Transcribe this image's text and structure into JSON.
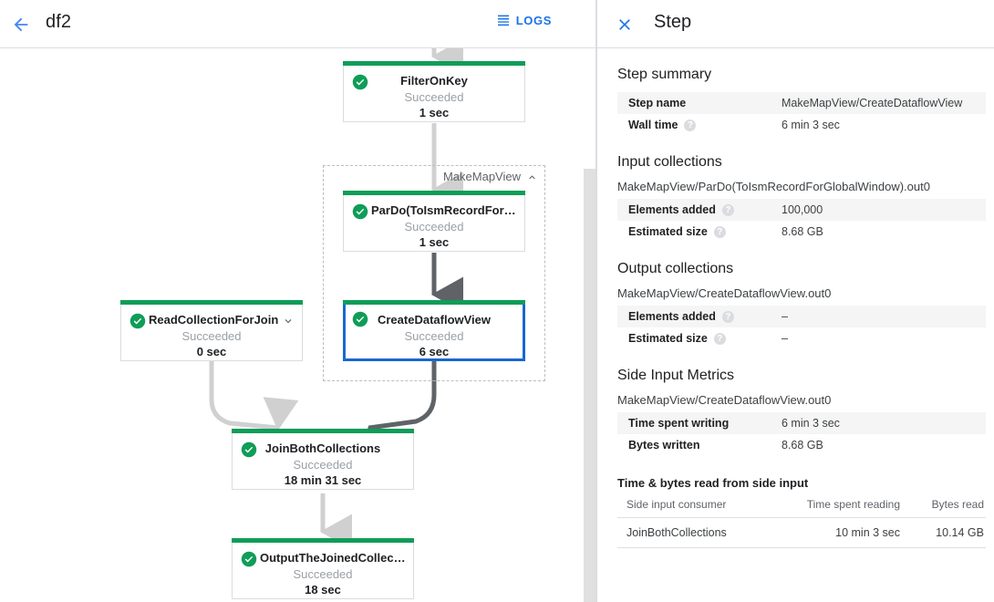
{
  "toolbar": {
    "back_icon": "arrow-left-icon",
    "job_title": "df2",
    "logs_label": "LOGS",
    "logs_icon": "list-icon",
    "accent_color": "#1a73e8"
  },
  "graph": {
    "group": {
      "label": "MakeMapView",
      "caret": "chevron-up-icon"
    },
    "nodes": [
      {
        "id": "filter-on-key",
        "title": "FilterOnKey",
        "status": "Succeeded",
        "time": "1 sec",
        "selected": false,
        "has_caret": false
      },
      {
        "id": "pardo-toismrecordfor",
        "title": "ParDo(ToIsmRecordFor…",
        "status": "Succeeded",
        "time": "1 sec",
        "selected": false,
        "has_caret": false
      },
      {
        "id": "create-dataflow-view",
        "title": "CreateDataflowView",
        "status": "Succeeded",
        "time": "6 sec",
        "selected": true,
        "has_caret": false
      },
      {
        "id": "read-collection-for-join",
        "title": "ReadCollectionForJoin",
        "status": "Succeeded",
        "time": "0 sec",
        "selected": false,
        "has_caret": true
      },
      {
        "id": "join-both-collections",
        "title": "JoinBothCollections",
        "status": "Succeeded",
        "time": "18 min 31 sec",
        "selected": false,
        "has_caret": false
      },
      {
        "id": "output-the-joined-collec",
        "title": "OutputTheJoinedCollec…",
        "status": "Succeeded",
        "time": "18 sec",
        "selected": false,
        "has_caret": false
      }
    ],
    "status_color": "#0f9d58",
    "selected_color": "#1967d2"
  },
  "panel": {
    "close_icon": "close-icon",
    "title": "Step",
    "step_summary": {
      "heading": "Step summary",
      "rows": [
        {
          "key": "Step name",
          "value": "MakeMapView/CreateDataflowView",
          "help": false,
          "shaded": true
        },
        {
          "key": "Wall time",
          "value": "6 min 3 sec",
          "help": true,
          "shaded": false
        }
      ]
    },
    "input_collections": {
      "heading": "Input collections",
      "subtitle": "MakeMapView/ParDo(ToIsmRecordForGlobalWindow).out0",
      "rows": [
        {
          "key": "Elements added",
          "value": "100,000",
          "help": true,
          "shaded": true
        },
        {
          "key": "Estimated size",
          "value": "8.68 GB",
          "help": true,
          "shaded": false
        }
      ]
    },
    "output_collections": {
      "heading": "Output collections",
      "subtitle": "MakeMapView/CreateDataflowView.out0",
      "rows": [
        {
          "key": "Elements added",
          "value": "–",
          "help": true,
          "shaded": true
        },
        {
          "key": "Estimated size",
          "value": "–",
          "help": true,
          "shaded": false
        }
      ]
    },
    "side_input_metrics": {
      "heading": "Side Input Metrics",
      "subtitle": "MakeMapView/CreateDataflowView.out0",
      "rows": [
        {
          "key": "Time spent writing",
          "value": "6 min 3 sec",
          "help": false,
          "shaded": true
        },
        {
          "key": "Bytes written",
          "value": "8.68 GB",
          "help": false,
          "shaded": false
        }
      ],
      "table": {
        "heading": "Time & bytes read from side input",
        "columns": [
          "Side input consumer",
          "Time spent reading",
          "Bytes read"
        ],
        "rows": [
          [
            "JoinBothCollections",
            "10 min 3 sec",
            "10.14 GB"
          ]
        ]
      }
    }
  }
}
